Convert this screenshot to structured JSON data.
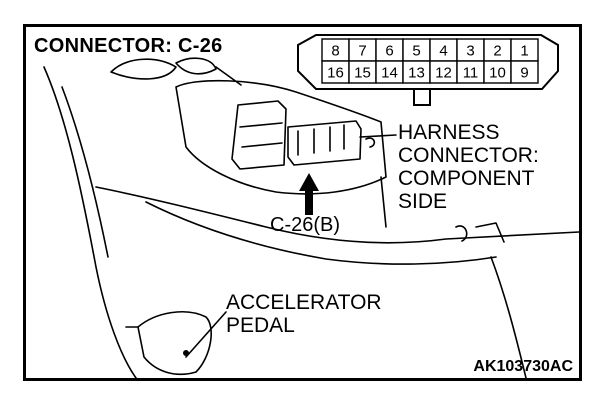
{
  "title": "CONNECTOR: C-26",
  "connector_pins": {
    "top_row": [
      "8",
      "7",
      "6",
      "5",
      "4",
      "3",
      "2",
      "1"
    ],
    "bottom_row": [
      "16",
      "15",
      "14",
      "13",
      "12",
      "11",
      "10",
      "9"
    ]
  },
  "labels": {
    "harness_connector": [
      "HARNESS",
      "CONNECTOR:",
      "COMPONENT",
      "SIDE"
    ],
    "connector_id": "C-26(B)",
    "pedal": [
      "ACCELERATOR",
      "PEDAL"
    ]
  },
  "figure_code": "AK103730AC"
}
